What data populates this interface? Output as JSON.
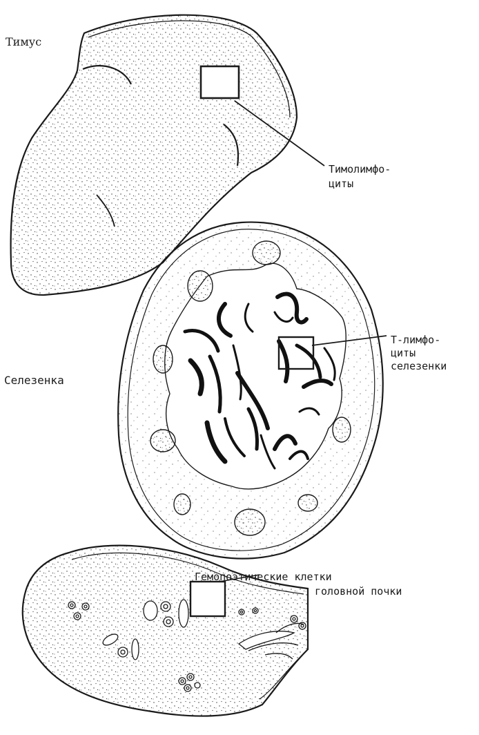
{
  "labels": {
    "thymus": "Тимус",
    "thymolymphocytes_line1": "Тимолимфо-",
    "thymolymphocytes_line2": "циты",
    "spleen": "Селезенка",
    "spleen_t_line1": "Т-лимфо-",
    "spleen_t_line2": "циты",
    "spleen_t_line3": "селезенки",
    "hemopoietic_line1": "Гемопоэтические клетки",
    "hemopoietic_line2": "головной почки"
  },
  "colors": {
    "ink": "#1a1a1a",
    "background": "#ffffff"
  }
}
